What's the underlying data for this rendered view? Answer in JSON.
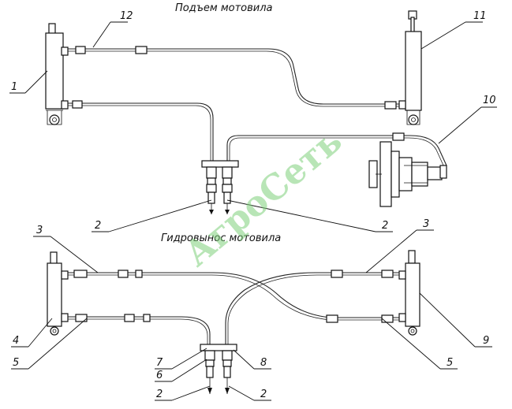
{
  "titles": {
    "top": "Подъем мотовила",
    "middle": "Гидровынос мотовила"
  },
  "watermark": "АгроСеть",
  "callouts": {
    "n1": "1",
    "n2a": "2",
    "n2b": "2",
    "n2c": "2",
    "n2d": "2",
    "n3a": "3",
    "n3b": "3",
    "n4": "4",
    "n5a": "5",
    "n5b": "5",
    "n6": "6",
    "n7": "7",
    "n8": "8",
    "n9": "9",
    "n10": "10",
    "n11": "11",
    "n12": "12"
  },
  "colors": {
    "line": "#222222",
    "watermark": "#7ed07a"
  }
}
